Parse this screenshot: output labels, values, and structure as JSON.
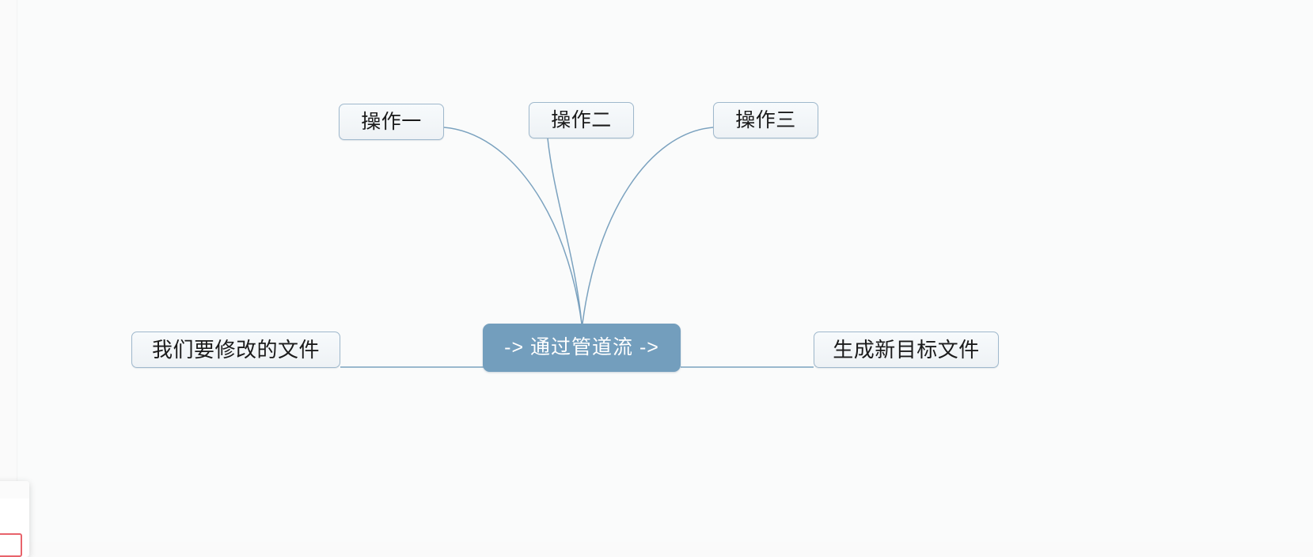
{
  "canvas": {
    "background_color": "#fafbfb",
    "accent_color": "#739ebd",
    "branch_border_color": "#9fb8cc",
    "edge_color": "#7ba2bf"
  },
  "diagram": {
    "type": "mindmap",
    "root": {
      "id": "root",
      "label": "-> 通过管道流 ->",
      "text_color": "#ffffff",
      "fill_color": "#739ebd"
    },
    "operations": [
      {
        "id": "op1",
        "label": "操作一"
      },
      {
        "id": "op2",
        "label": "操作二"
      },
      {
        "id": "op3",
        "label": "操作三"
      }
    ],
    "sides": [
      {
        "id": "source",
        "label": "我们要修改的文件"
      },
      {
        "id": "target",
        "label": "生成新目标文件"
      }
    ]
  },
  "corner_panel": {
    "highlight_color": "#e8636b",
    "swatch_color": "#7fa3bd"
  }
}
